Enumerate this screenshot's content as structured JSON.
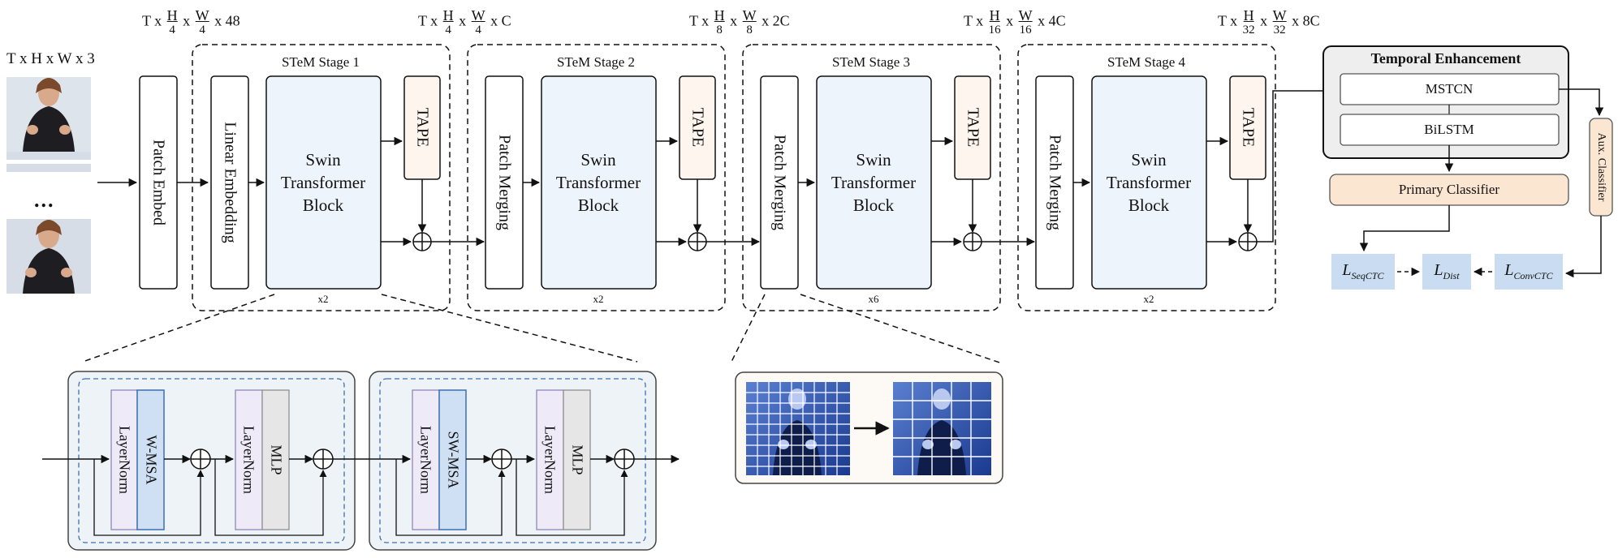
{
  "input": {
    "dims": "T x H x W x 3",
    "ellipsis": "..."
  },
  "dims": [
    {
      "pre": "T x",
      "h_num": "H",
      "h_den": "4",
      "mid": "x",
      "w_num": "W",
      "w_den": "4",
      "post": "x 48"
    },
    {
      "pre": "T x",
      "h_num": "H",
      "h_den": "4",
      "mid": "x",
      "w_num": "W",
      "w_den": "4",
      "post": "x C"
    },
    {
      "pre": "T x",
      "h_num": "H",
      "h_den": "8",
      "mid": "x",
      "w_num": "W",
      "w_den": "8",
      "post": "x 2C"
    },
    {
      "pre": "T x",
      "h_num": "H",
      "h_den": "16",
      "mid": "x",
      "w_num": "W",
      "w_den": "16",
      "post": "x 4C"
    },
    {
      "pre": "T x",
      "h_num": "H",
      "h_den": "32",
      "mid": "x",
      "w_num": "W",
      "w_den": "32",
      "post": "x 8C"
    }
  ],
  "patch_embed": "Patch Embed",
  "stages": [
    {
      "title": "STeM Stage 1",
      "first": "Linear Embedding",
      "block": [
        "Swin",
        "Transformer",
        "Block"
      ],
      "tape": "TAPE",
      "repeat": "x2"
    },
    {
      "title": "STeM Stage 2",
      "first": "Patch Merging",
      "block": [
        "Swin",
        "Transformer",
        "Block"
      ],
      "tape": "TAPE",
      "repeat": "x2"
    },
    {
      "title": "STeM Stage 3",
      "first": "Patch Merging",
      "block": [
        "Swin",
        "Transformer",
        "Block"
      ],
      "tape": "TAPE",
      "repeat": "x6"
    },
    {
      "title": "STeM Stage 4",
      "first": "Patch Merging",
      "block": [
        "Swin",
        "Transformer",
        "Block"
      ],
      "tape": "TAPE",
      "repeat": "x2"
    }
  ],
  "temporal": {
    "title": "Temporal Enhancement",
    "mstcn": "MSTCN",
    "bilstm": "BiLSTM"
  },
  "primary_classifier": "Primary Classifier",
  "aux_classifier": "Aux. Classifier",
  "losses": {
    "seq": {
      "main": "L",
      "sub": "SeqCTC"
    },
    "dist": {
      "main": "L",
      "sub": "Dist"
    },
    "conv": {
      "main": "L",
      "sub": "ConvCTC"
    }
  },
  "swin_detail": [
    {
      "layernorm1": "LayerNorm",
      "msa": "W-MSA",
      "layernorm2": "LayerNorm",
      "mlp": "MLP"
    },
    {
      "layernorm1": "LayerNorm",
      "msa": "SW-MSA",
      "layernorm2": "LayerNorm",
      "mlp": "MLP"
    }
  ],
  "colors": {
    "block_fill": "#eef4fc",
    "tape_fill": "#fdf5ee",
    "classifier_fill": "#fbe6d2",
    "loss_fill": "#c9dcf1",
    "msa_fill": "#cfe0f5",
    "msa_stroke": "#3c6fb0",
    "layernorm_fill": "#efeaf7",
    "mlp_fill": "#e6e6e6",
    "panel_fill": "#eef3f8",
    "temporal_fill": "#eeeeee",
    "patch_img": "#2a4fa8"
  }
}
